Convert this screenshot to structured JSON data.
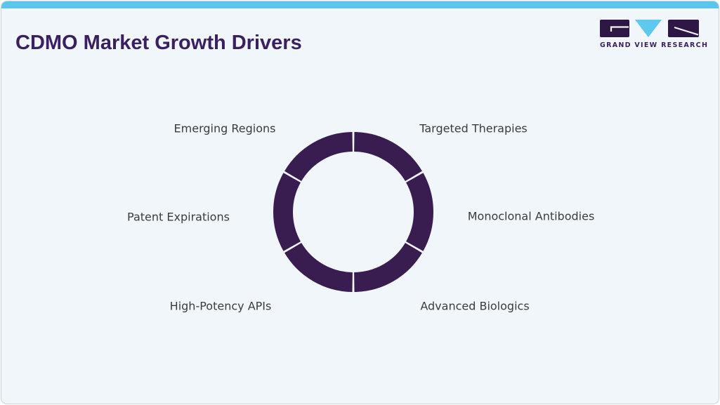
{
  "header": {
    "title": "CDMO Market Growth Drivers"
  },
  "logo": {
    "brand_text": "GRAND VIEW RESEARCH"
  },
  "chart_data": {
    "type": "pie",
    "variant": "donut",
    "title": "CDMO Market Growth Drivers",
    "categories": [
      "Targeted Therapies",
      "Monoclonal Antibodies",
      "Advanced Biologics",
      "High-Potency APIs",
      "Patent Expirations",
      "Emerging Regions"
    ],
    "values": [
      16.67,
      16.67,
      16.67,
      16.67,
      16.67,
      16.67
    ],
    "start_angle_deg": 90,
    "direction": "clockwise",
    "legend_position": "labels-around-ring",
    "segment_color": "#3a1d50",
    "gap_color": "#f0f6fa"
  },
  "colors": {
    "accent_bar": "#5bc5ec",
    "card_background": "#f0f6fa",
    "card_border": "#c7d2da",
    "title_text": "#3a2060",
    "label_text": "#3c3c3c",
    "logo_purple": "#2f1745",
    "logo_blue": "#5ec9ef"
  }
}
